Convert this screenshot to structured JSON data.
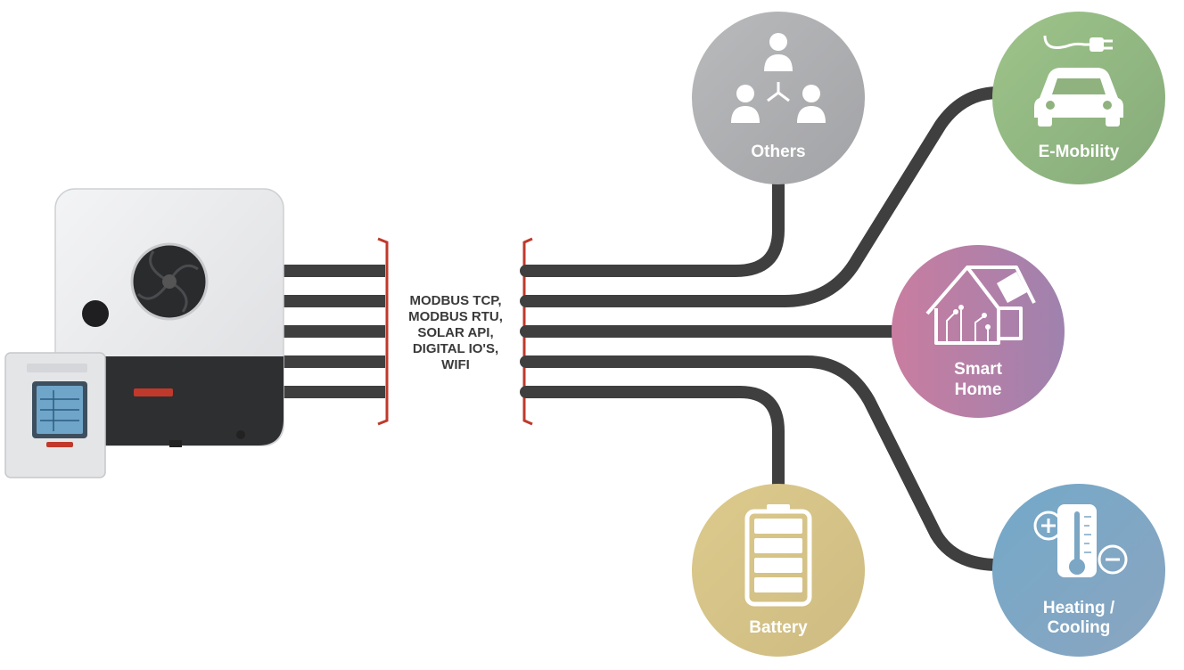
{
  "protocols": {
    "lines": [
      "MODBUS TCP,",
      "MODBUS RTU,",
      "SOLAR API,",
      "DIGITAL IO'S,",
      "WIFI"
    ]
  },
  "nodes": {
    "others": {
      "label": "Others",
      "color": "#a9aaac",
      "icon": "people-network-icon"
    },
    "e_mobility": {
      "label": "E-Mobility",
      "color": "#8fb27e",
      "icon": "electric-car-icon"
    },
    "smart_home": {
      "lines": [
        "Smart",
        "Home"
      ],
      "color": "#bb7ea3",
      "icon": "smart-house-icon"
    },
    "battery": {
      "label": "Battery",
      "color": "#d8c68b",
      "icon": "battery-icon"
    },
    "heating_cooling": {
      "lines": [
        "Heating /",
        "Cooling"
      ],
      "color": "#7ba6c4",
      "icon": "thermometer-icon"
    }
  },
  "colors": {
    "cable": "#3f3f3f",
    "bracket": "#c0392b",
    "device_body": "#e9eaec"
  }
}
